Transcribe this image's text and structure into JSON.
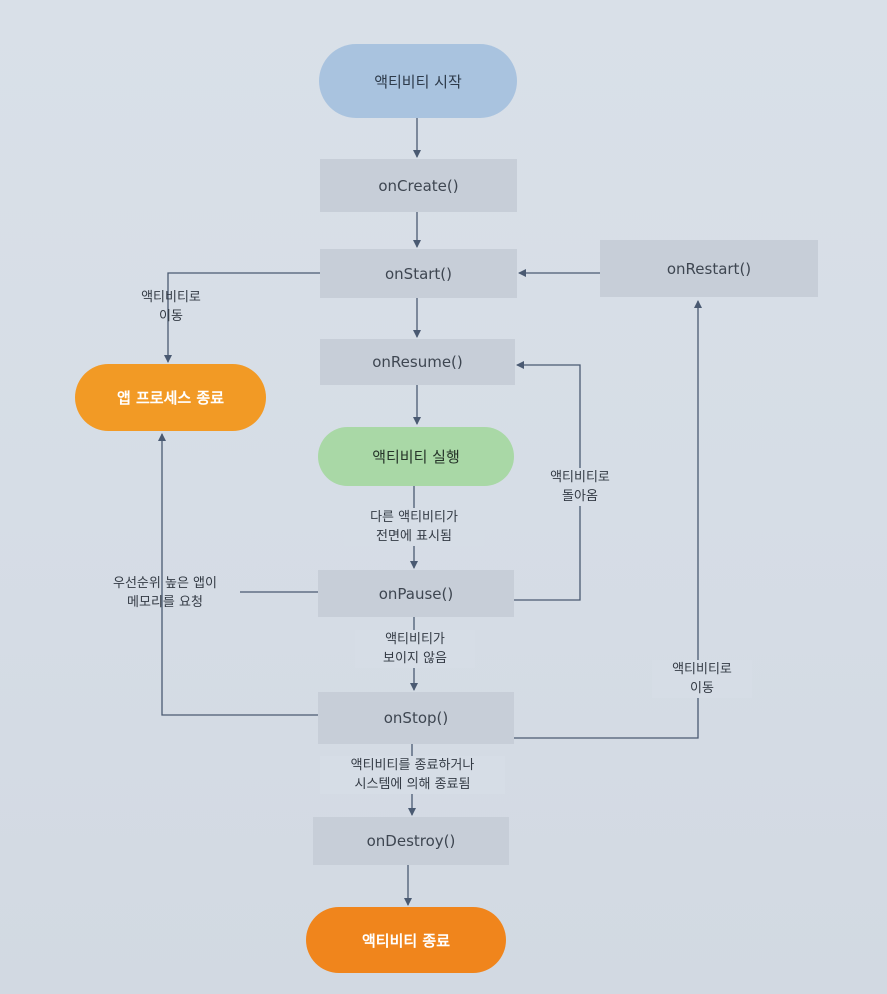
{
  "nodes": {
    "start": "액티비티 시작",
    "on_create": "onCreate()",
    "on_start": "onStart()",
    "on_restart": "onRestart()",
    "on_resume": "onResume()",
    "running": "액티비티 실행",
    "on_pause": "onPause()",
    "on_stop": "onStop()",
    "on_destroy": "onDestroy()",
    "process_end": "앱 프로세스 종료",
    "end": "액티비티 종료"
  },
  "labels": {
    "navigate_back_1": "액티비티로",
    "navigate_back_2": "이동",
    "return_1": "액티비티로",
    "return_2": "돌아옴",
    "other_front_1": "다른 액티비티가",
    "other_front_2": "전면에 표시됨",
    "priority_1": "우선순위 높은 앱이",
    "priority_2": "메모리를 요청",
    "not_visible_1": "액티비티가",
    "not_visible_2": "보이지 않음",
    "navigate_to_1": "액티비티로",
    "navigate_to_2": "이동",
    "finish_1": "액티비티를 종료하거나",
    "finish_2": "시스템에 의해 종료됨"
  },
  "colors": {
    "rect": "#c7ced8",
    "start": "#a9c3df",
    "running": "#a9d8a6",
    "process_end": "#f29a25",
    "end": "#f0851c",
    "line": "#4a5a72"
  }
}
